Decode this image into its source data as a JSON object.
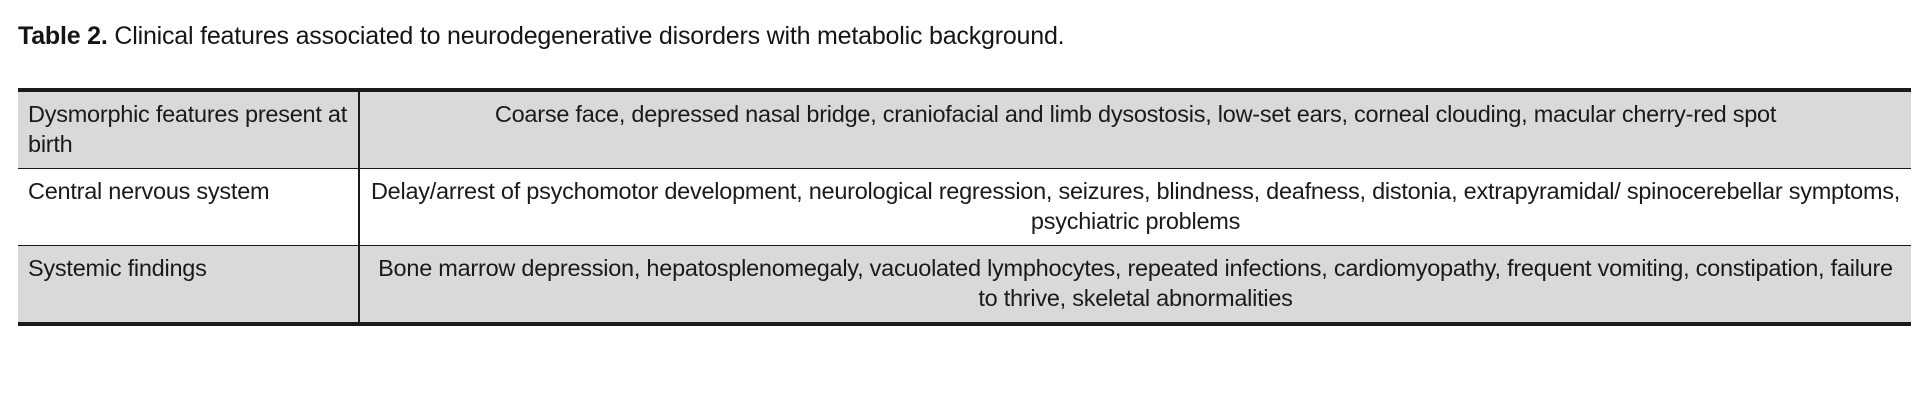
{
  "caption": {
    "label": "Table 2.",
    "text": " Clinical features associated to neurodegenerative disorders with metabolic background."
  },
  "table": {
    "rows": [
      {
        "category": "Dysmorphic features present at birth",
        "description": "Coarse face, depressed nasal bridge, craniofacial and limb dysostosis, low-set ears, corneal clouding, macular cherry-red spot",
        "shaded": true
      },
      {
        "category": "Central nervous system",
        "description": "Delay/arrest of psychomotor development, neurological regression, seizures, blindness, deafness, distonia, extrapyramidal/ spinocerebellar symptoms, psychiatric problems",
        "shaded": false
      },
      {
        "category": "Systemic findings",
        "description": "Bone marrow depression, hepatosplenomegaly, vacuolated lymphocytes, repeated infections, cardiomyopathy, frequent vomiting, constipation, failure to thrive, skeletal abnormalities",
        "shaded": true
      }
    ]
  },
  "colors": {
    "shaded_row_background": "#d9d9d9",
    "plain_row_background": "#ffffff",
    "rule": "#1a1a1a",
    "text": "#1a1a1a",
    "page_background": "#ffffff"
  }
}
